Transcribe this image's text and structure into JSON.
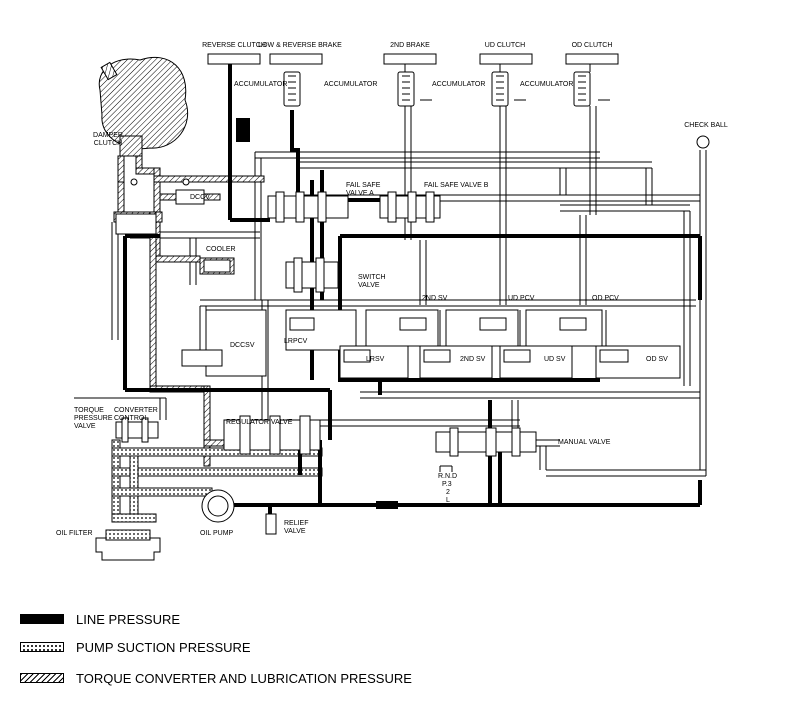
{
  "labels": {
    "reverse_clutch": "REVERSE CLUTCH",
    "low_reverse_brake": "LOW & REVERSE BRAKE",
    "second_brake": "2ND BRAKE",
    "ud_clutch": "UD CLUTCH",
    "od_clutch": "OD CLUTCH",
    "accumulator": "ACCUMULATOR",
    "damper": "DAMPER",
    "clutch": "CLUTCH",
    "check_ball": "CHECK BALL",
    "dccv": "DCCV",
    "fail_safe": "FAIL SAFE",
    "valve_a": "VALVE A",
    "fail_safe_valve_b": "FAIL SAFE VALVE B",
    "cooler": "COOLER",
    "switch": "SWITCH",
    "valve": "VALVE",
    "sv_2nd": "2ND SV",
    "ud_pcv": "UD PCV",
    "od_pcv": "OD PCV",
    "dccsv": "DCCSV",
    "lrpcv": "LRPCV",
    "lrsv": "LRSV",
    "ud_sv": "UD SV",
    "od_sv": "OD SV",
    "torque": "TORQUE",
    "pressure": "PRESSURE",
    "converter": "CONVERTER",
    "control": "CONTROL",
    "regulator_valve": "REGULATOR VALVE",
    "manual_valve": "MANUAL VALVE",
    "range_rnd": "R.N.D",
    "range_p3": "P.3",
    "range_2": "2",
    "range_l": "L",
    "oil_filter": "OIL FILTER",
    "oil_pump": "OIL PUMP",
    "relief": "RELIEF"
  },
  "legend": [
    {
      "label": "LINE PRESSURE",
      "style": "line"
    },
    {
      "label": "PUMP SUCTION PRESSURE",
      "style": "suction"
    },
    {
      "label": "TORQUE CONVERTER AND LUBRICATION PRESSURE",
      "style": "torque"
    }
  ],
  "colors": {
    "ink": "#000000",
    "paper": "#ffffff"
  }
}
